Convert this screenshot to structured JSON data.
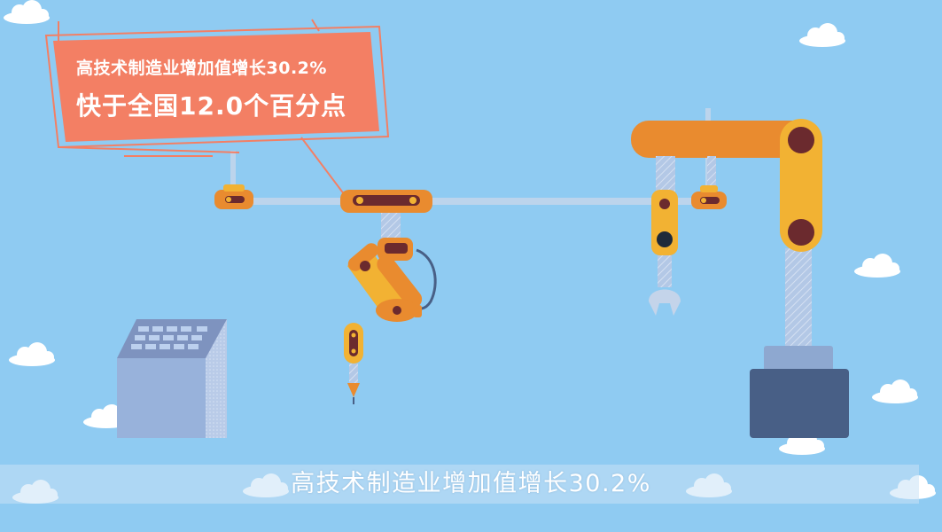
{
  "callout": {
    "line1": "高技术制造业增加值增长30.2%",
    "line2": "快于全国12.0个百分点"
  },
  "subtitle": {
    "text": "高技术制造业增加值增长30.2%"
  },
  "colors": {
    "sky": "#8fcbf2",
    "callout": "#f37f64",
    "robot_orange": "#e98b2f",
    "robot_yellow": "#f2b233",
    "joint_dark": "#6b2a2e",
    "machine_navy": "#485f86",
    "building": "#98b2db"
  },
  "icons": [
    "cloud-icon",
    "robot-arm-icon",
    "welding-torch-icon",
    "wrench-claw-icon",
    "control-panel-icon"
  ]
}
